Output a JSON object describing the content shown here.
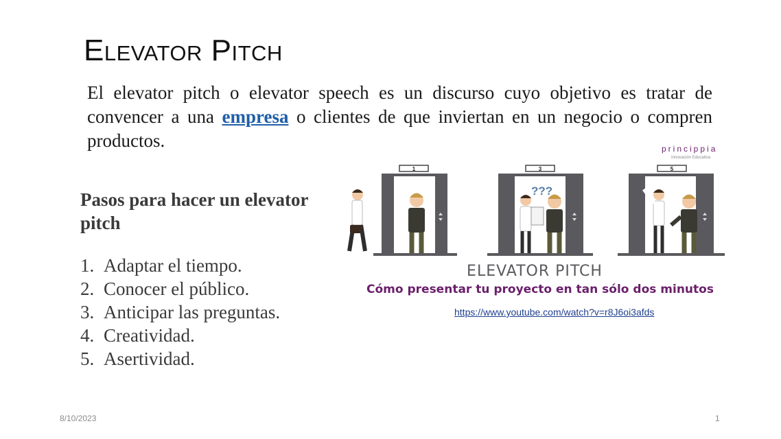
{
  "slide": {
    "title": "Elevator Pitch",
    "intro": {
      "before_link": "El elevator pitch o elevator speech es un discurso cuyo objetivo es tratar de convencer a una ",
      "link_text": "empresa",
      "after_link": " o clientes de que inviertan en un negocio o compren productos."
    },
    "steps_heading": "Pasos para hacer un elevator pitch",
    "steps": [
      {
        "num": "1.",
        "text": "Adaptar el tiempo."
      },
      {
        "num": "2.",
        "text": "Conocer el público."
      },
      {
        "num": "3.",
        "text": "Anticipar las preguntas."
      },
      {
        "num": "4.",
        "text": "Creatividad."
      },
      {
        "num": "5.",
        "text": "Asertividad."
      }
    ],
    "illustration": {
      "brand": "princippia",
      "brand_sub": "Innovación Educativa",
      "floors": [
        "1",
        "3",
        "5"
      ],
      "thought": "???",
      "caption_title": "ELEVATOR PITCH",
      "caption_subtitle": "Cómo presentar tu proyecto en tan sólo dos minutos"
    },
    "video_link": "https://www.youtube.com/watch?v=r8J6oi3afds",
    "footer": {
      "date": "8/10/2023",
      "page": "1"
    },
    "colors": {
      "link": "#1f5fa8",
      "caption_sub": "#6a1f6a",
      "elevator": "#5a5a5e"
    }
  }
}
